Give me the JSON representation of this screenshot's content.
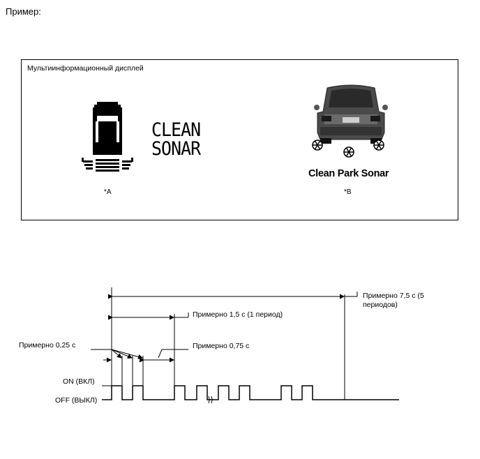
{
  "example_label": "Пример:",
  "panel": {
    "multi_info_label": "Мультиинформационный дисплей",
    "clean_line1": "CLEAN",
    "clean_line2": "SONAR",
    "label_a": "*A",
    "label_b": "*B",
    "clean_park_label": "Clean Park Sonar"
  },
  "waveform": {
    "label_on": "ON (ВКЛ)",
    "label_off": "OFF (ВЫКЛ)",
    "label_025": "Примерно 0,25 с",
    "label_075": "Примерно 0,75 с",
    "label_15": "Примерно 1,5 с (1 период)",
    "label_75_line1": "Примерно 7,5 с (5",
    "label_75_line2": "периодов)"
  }
}
